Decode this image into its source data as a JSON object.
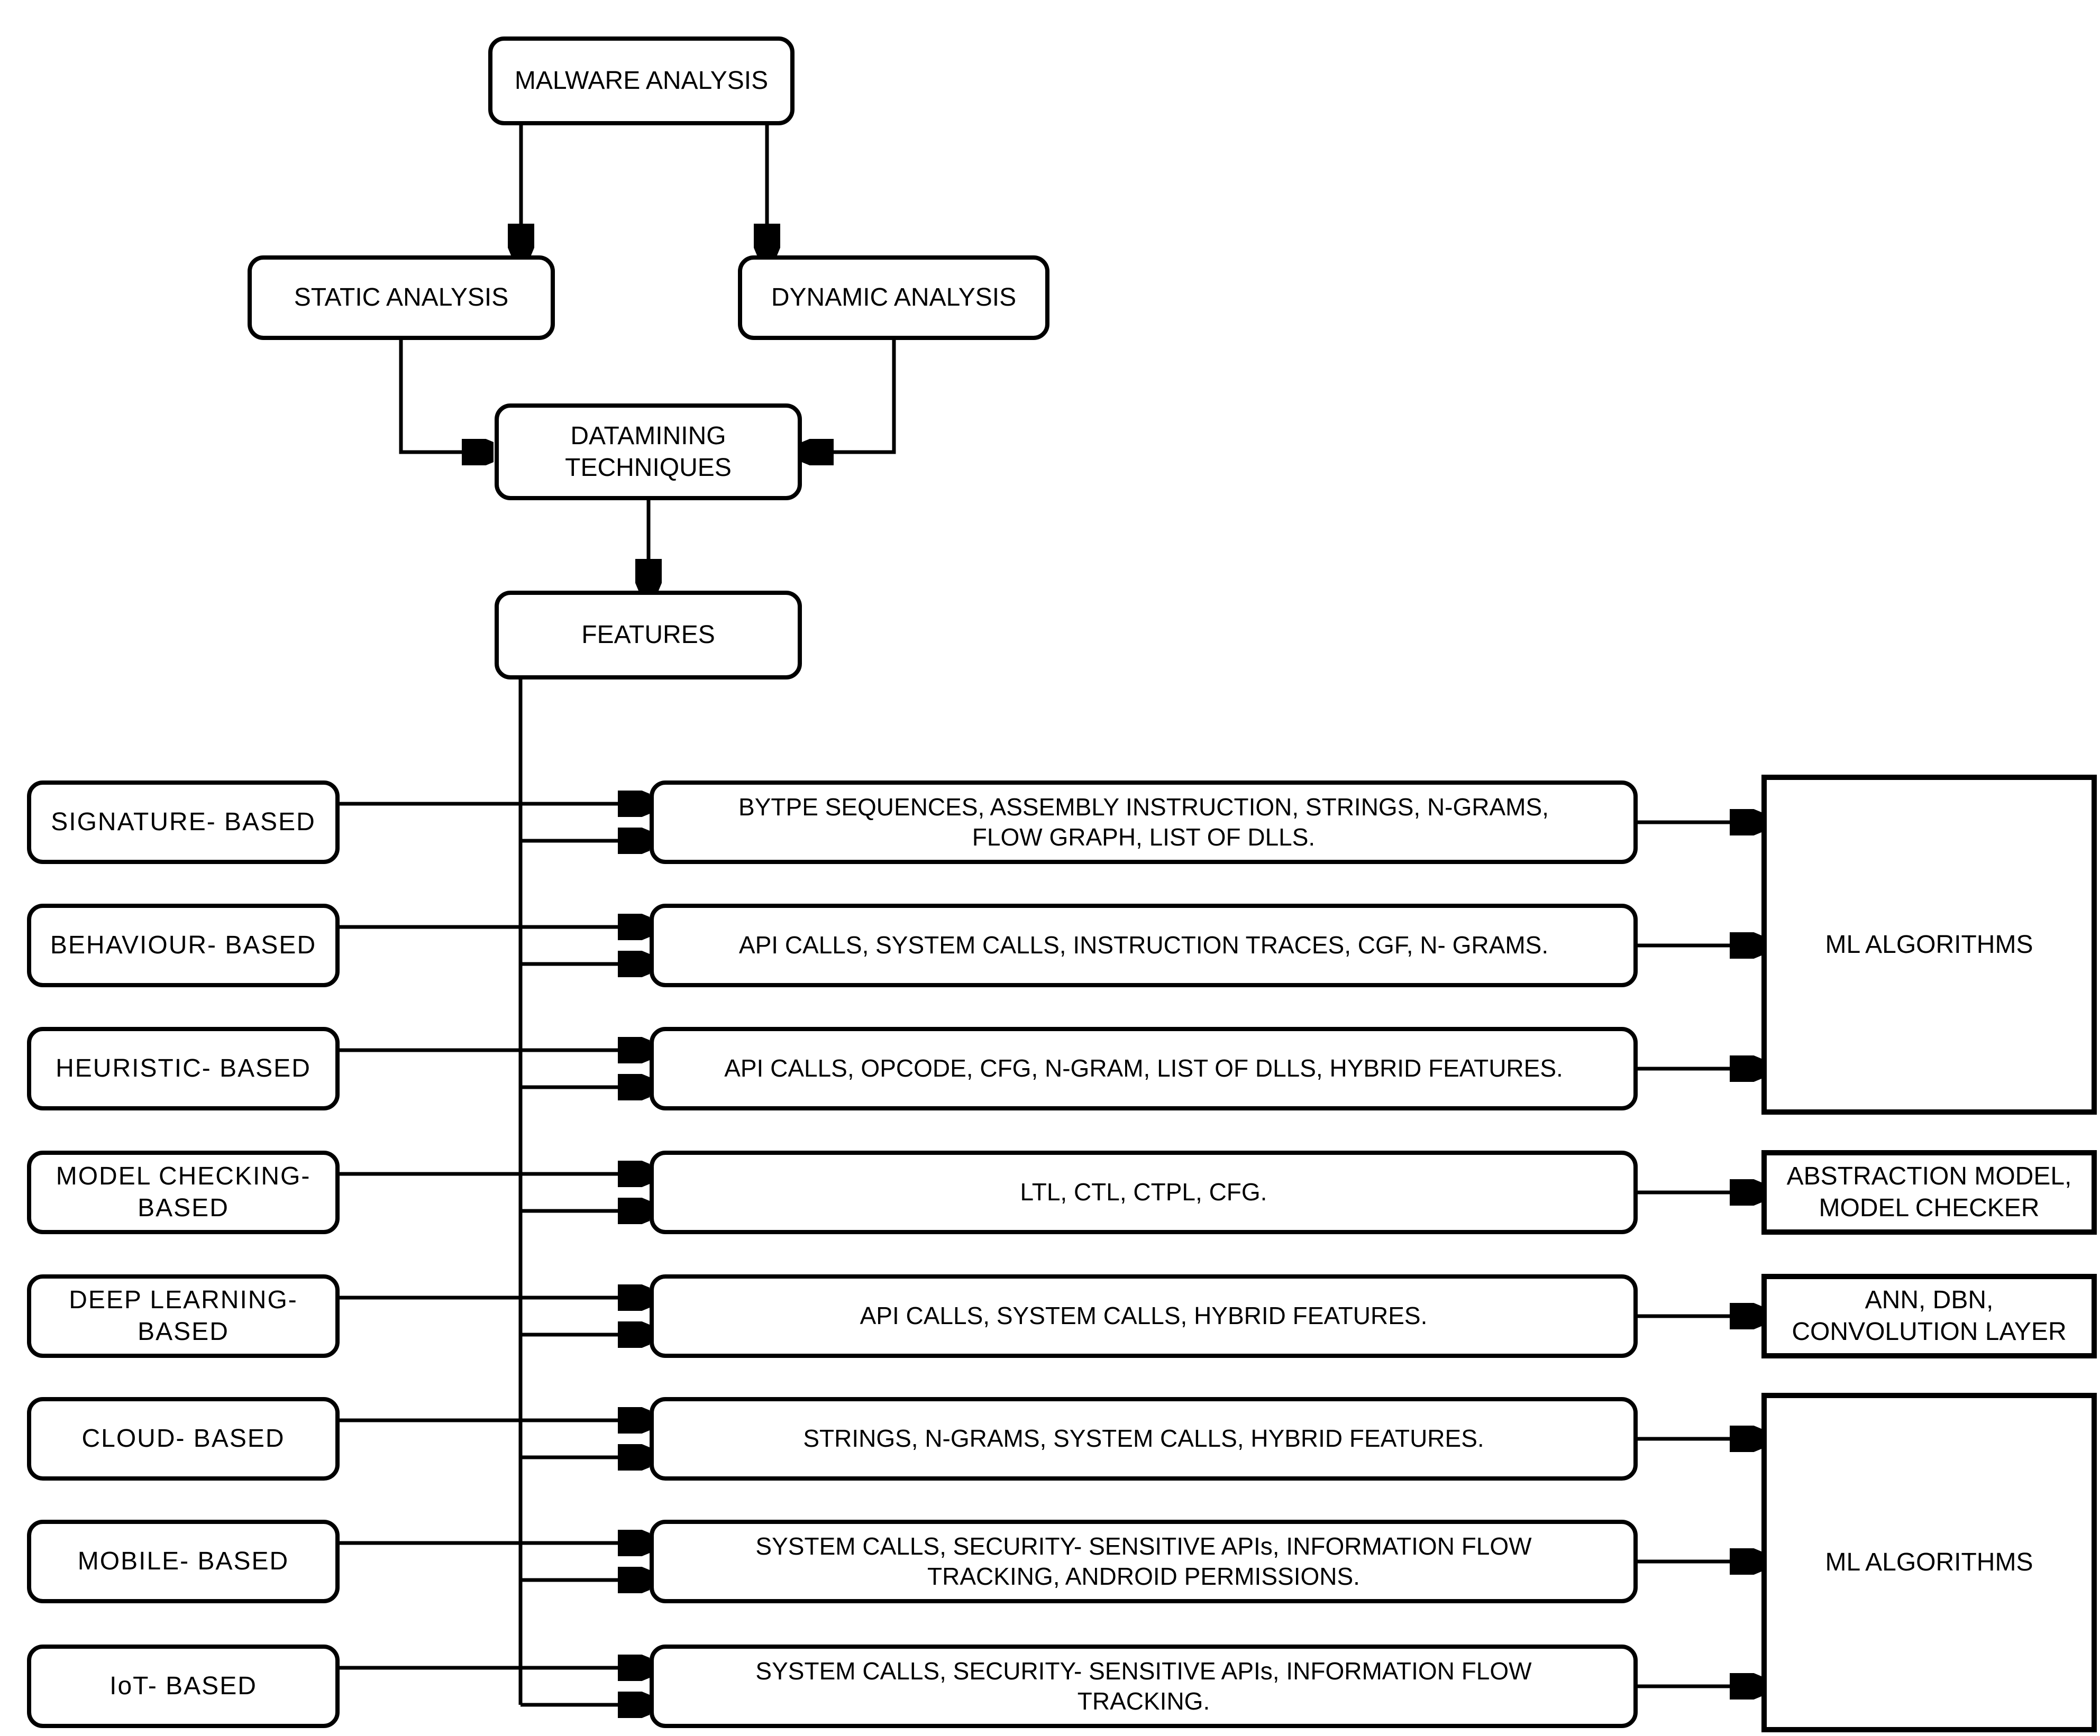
{
  "diagram": {
    "root": {
      "label": "MALWARE ANALYSIS"
    },
    "analysis_types": [
      {
        "label": "STATIC ANALYSIS"
      },
      {
        "label": "DYNAMIC ANALYSIS"
      }
    ],
    "datamining": {
      "label": "DATAMINING\nTECHNIQUES"
    },
    "features": {
      "label": "FEATURES"
    },
    "rows": [
      {
        "category": "SIGNATURE- BASED",
        "features": "BYTPE SEQUENCES, ASSEMBLY INSTRUCTION, STRINGS, N-GRAMS,\nFLOW GRAPH, LIST OF DLLS."
      },
      {
        "category": "BEHAVIOUR- BASED",
        "features": "API CALLS, SYSTEM CALLS, INSTRUCTION TRACES, CGF, N- GRAMS."
      },
      {
        "category": "HEURISTIC- BASED",
        "features": "API CALLS, OPCODE, CFG, N-GRAM, LIST OF DLLS, HYBRID FEATURES."
      },
      {
        "category": "MODEL CHECKING-\nBASED",
        "features": "LTL, CTL, CTPL, CFG."
      },
      {
        "category": "DEEP LEARNING-\nBASED",
        "features": "API CALLS, SYSTEM CALLS, HYBRID FEATURES."
      },
      {
        "category": "CLOUD- BASED",
        "features": "STRINGS, N-GRAMS, SYSTEM CALLS, HYBRID FEATURES."
      },
      {
        "category": "MOBILE- BASED",
        "features": "SYSTEM CALLS, SECURITY- SENSITIVE APIs, INFORMATION FLOW\nTRACKING, ANDROID PERMISSIONS."
      },
      {
        "category": "IoT- BASED",
        "features": "SYSTEM CALLS, SECURITY- SENSITIVE APIs, INFORMATION FLOW\nTRACKING."
      }
    ],
    "outputs": [
      {
        "label": "ML ALGORITHMS",
        "connects_rows": [
          1,
          2,
          3
        ]
      },
      {
        "label": "ABSTRACTION MODEL,\nMODEL CHECKER",
        "connects_rows": [
          4
        ]
      },
      {
        "label": "ANN, DBN,\nCONVOLUTION LAYER",
        "connects_rows": [
          5
        ]
      },
      {
        "label": "ML ALGORITHMS",
        "connects_rows": [
          6,
          7,
          8
        ]
      }
    ]
  },
  "colors": {
    "line": "#000000",
    "background": "#ffffff",
    "text": "#000000"
  }
}
